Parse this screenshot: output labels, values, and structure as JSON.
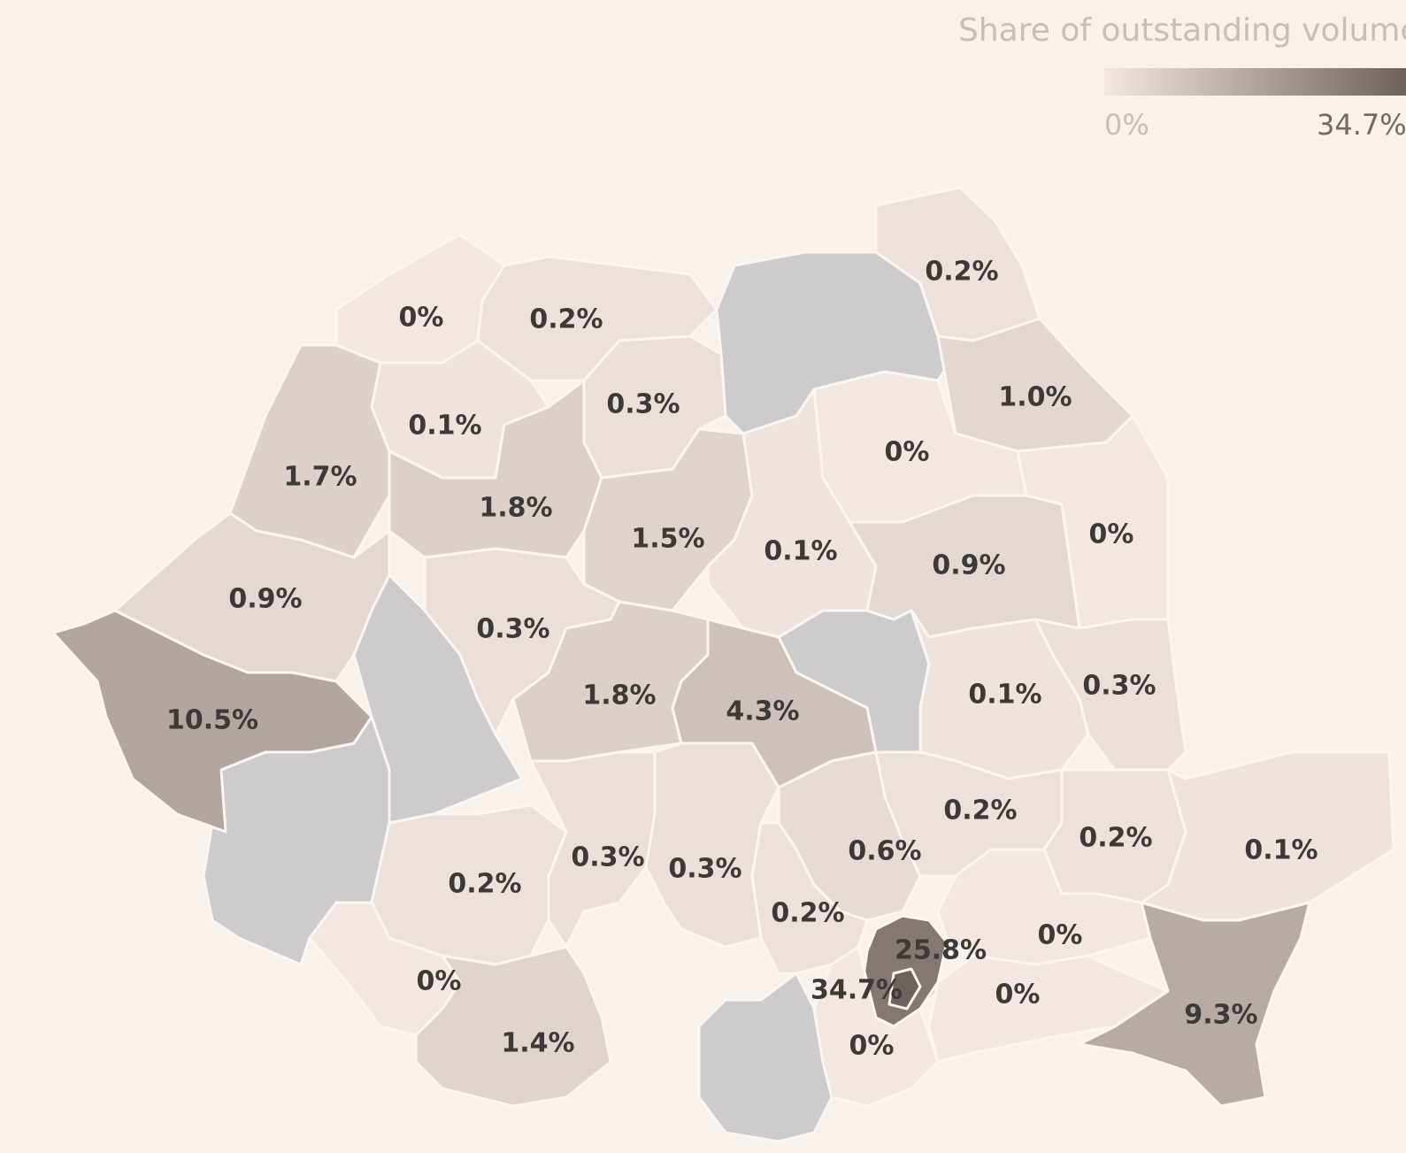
{
  "legend": {
    "title": "Share of outstanding volume",
    "min_label": "0%",
    "max_label": "34.7%",
    "gradient_start": "#f3e8e1",
    "gradient_end": "#6d625c",
    "no_data_color": "#cdcbcc"
  },
  "map": {
    "country": "Romania",
    "regions": [
      {
        "label": "0.2%",
        "value": 0.2
      },
      {
        "label": "0%",
        "value": 0
      },
      {
        "label": "0.2%",
        "value": 0.2
      },
      {
        "label": "0.3%",
        "value": 0.3
      },
      {
        "label": "1.0%",
        "value": 1.0
      },
      {
        "label": "0.1%",
        "value": 0.1
      },
      {
        "label": "0%",
        "value": 0
      },
      {
        "label": "1.7%",
        "value": 1.7
      },
      {
        "label": "1.8%",
        "value": 1.8
      },
      {
        "label": "0%",
        "value": 0
      },
      {
        "label": "1.5%",
        "value": 1.5
      },
      {
        "label": "0.1%",
        "value": 0.1
      },
      {
        "label": "0.9%",
        "value": 0.9
      },
      {
        "label": "0.9%",
        "value": 0.9
      },
      {
        "label": "0.3%",
        "value": 0.3
      },
      {
        "label": "1.8%",
        "value": 1.8
      },
      {
        "label": "4.3%",
        "value": 4.3
      },
      {
        "label": "0.1%",
        "value": 0.1
      },
      {
        "label": "0.3%",
        "value": 0.3
      },
      {
        "label": "10.5%",
        "value": 10.5
      },
      {
        "label": "0.2%",
        "value": 0.2
      },
      {
        "label": "0.2%",
        "value": 0.2
      },
      {
        "label": "0.3%",
        "value": 0.3
      },
      {
        "label": "0.3%",
        "value": 0.3
      },
      {
        "label": "0.6%",
        "value": 0.6
      },
      {
        "label": "0.1%",
        "value": 0.1
      },
      {
        "label": "0.2%",
        "value": 0.2
      },
      {
        "label": "0.2%",
        "value": 0.2
      },
      {
        "label": "0%",
        "value": 0
      },
      {
        "label": "25.8%",
        "value": 25.8
      },
      {
        "label": "0%",
        "value": 0
      },
      {
        "label": "34.7%",
        "value": 34.7
      },
      {
        "label": "9.3%",
        "value": 9.3
      },
      {
        "label": "0%",
        "value": 0
      },
      {
        "label": "1.4%",
        "value": 1.4
      },
      {
        "label": "0%",
        "value": 0
      }
    ]
  }
}
